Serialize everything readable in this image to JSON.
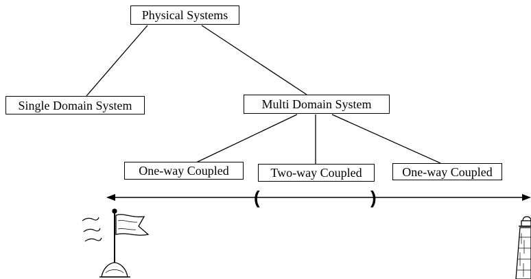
{
  "tree": {
    "root": "Physical Systems",
    "single_domain": "Single Domain System",
    "multi_domain": "Multi Domain System",
    "coupling_left": "One-way Coupled",
    "coupling_middle": "Two-way Coupled",
    "coupling_right": "One-way Coupled"
  },
  "axis": {
    "open_paren": "(",
    "close_paren": ")"
  },
  "icons": {
    "left_end": "waving-flag-icon",
    "right_end": "lighthouse-icon"
  },
  "colors": {
    "line": "#000000",
    "box_fill": "#ffffff"
  }
}
